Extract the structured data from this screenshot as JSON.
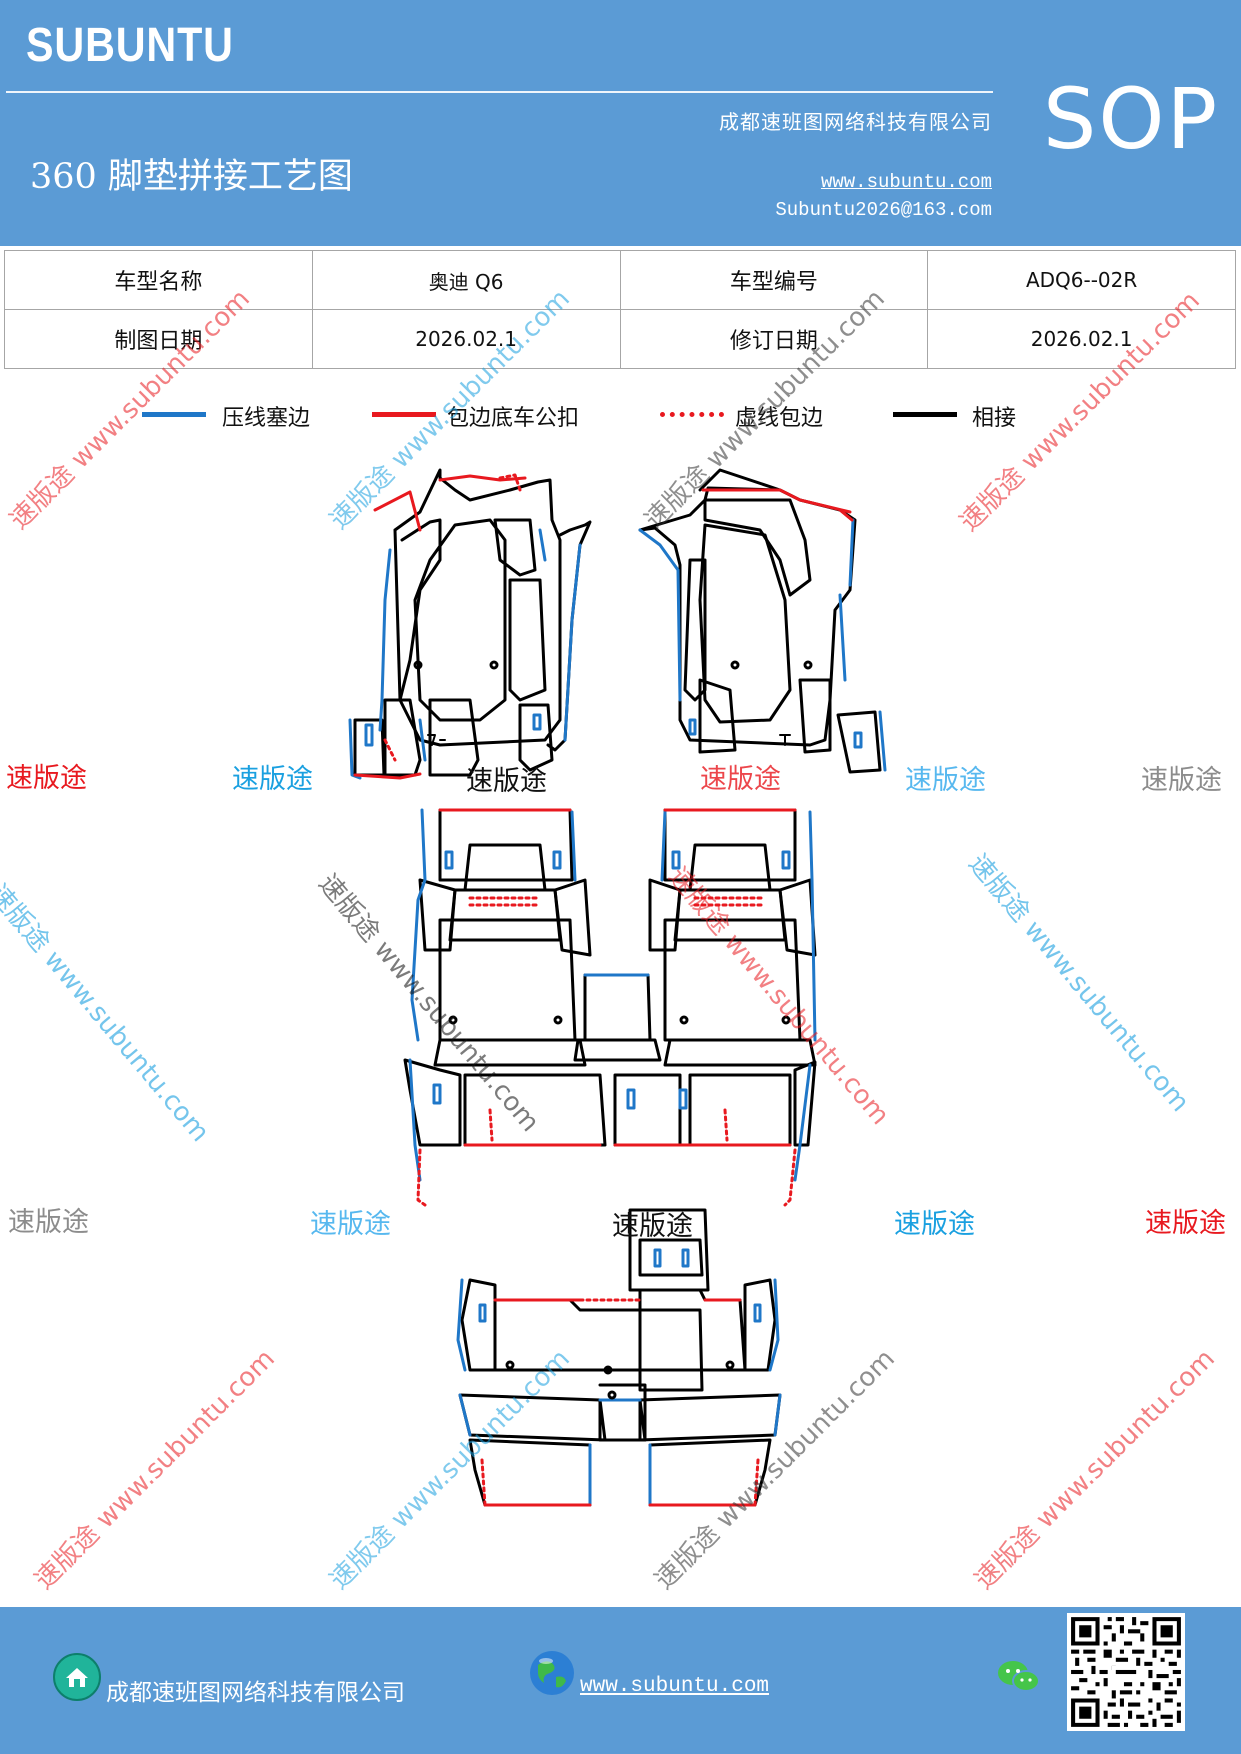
{
  "header": {
    "brand": "SUBUNTU",
    "title": "360 脚垫拼接工艺图",
    "company": "成都速班图网络科技有限公司",
    "website": "www.subuntu.com",
    "email": "Subuntu2026@163.com",
    "badge": "SOP"
  },
  "info_table": {
    "rows": [
      {
        "label1": "车型名称",
        "value1": "奥迪 Q6",
        "label2": "车型编号",
        "value2": "ADQ6--02R"
      },
      {
        "label1": "制图日期",
        "value1": "2026.02.1",
        "label2": "修订日期",
        "value2": "2026.02.1"
      }
    ]
  },
  "legend": [
    {
      "label": "压线塞边",
      "color": "#1f77c8",
      "style": "solid"
    },
    {
      "label": "包边底车公扣",
      "color": "#e8191f",
      "style": "solid"
    },
    {
      "label": "虚线包边",
      "color": "#e8191f",
      "style": "dotted"
    },
    {
      "label": "相接",
      "color": "#000000",
      "style": "solid"
    }
  ],
  "watermarks": {
    "brand": "速版途",
    "url_text": "速版途 www.subuntu.com"
  },
  "footer": {
    "company": "成都速班图网络科技有限公司",
    "website": "www.subuntu.com"
  },
  "colors": {
    "header_bg": "#5b9bd5",
    "blue_line": "#1f77c8",
    "red_line": "#e8191f",
    "black_line": "#000000",
    "wm_red": "#e8191f",
    "wm_blue": "#1aa0e0",
    "wm_gray": "#8c8c8c"
  },
  "icons": [
    "home-icon",
    "globe-icon",
    "wechat-icon",
    "qr-code"
  ]
}
